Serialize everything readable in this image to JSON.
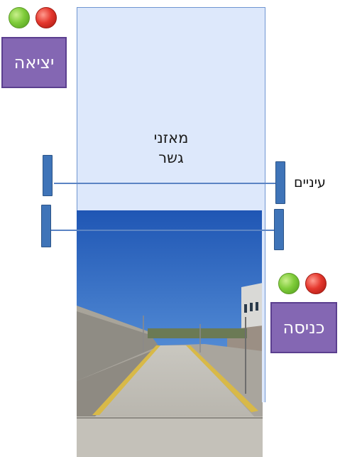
{
  "scale": {
    "line1": "מאזני",
    "line2": "גשר"
  },
  "sensors": {
    "label": "עיניים"
  },
  "exit": {
    "label": "יציאה"
  },
  "entry": {
    "label": "כניסה"
  },
  "colors": {
    "gate_fill": "#8467b3",
    "scale_fill": "#dde8fb",
    "beam": "#5b84c4",
    "light_green": "#7fcc3a",
    "light_red": "#e5382e"
  },
  "photo": {
    "alt": ""
  }
}
